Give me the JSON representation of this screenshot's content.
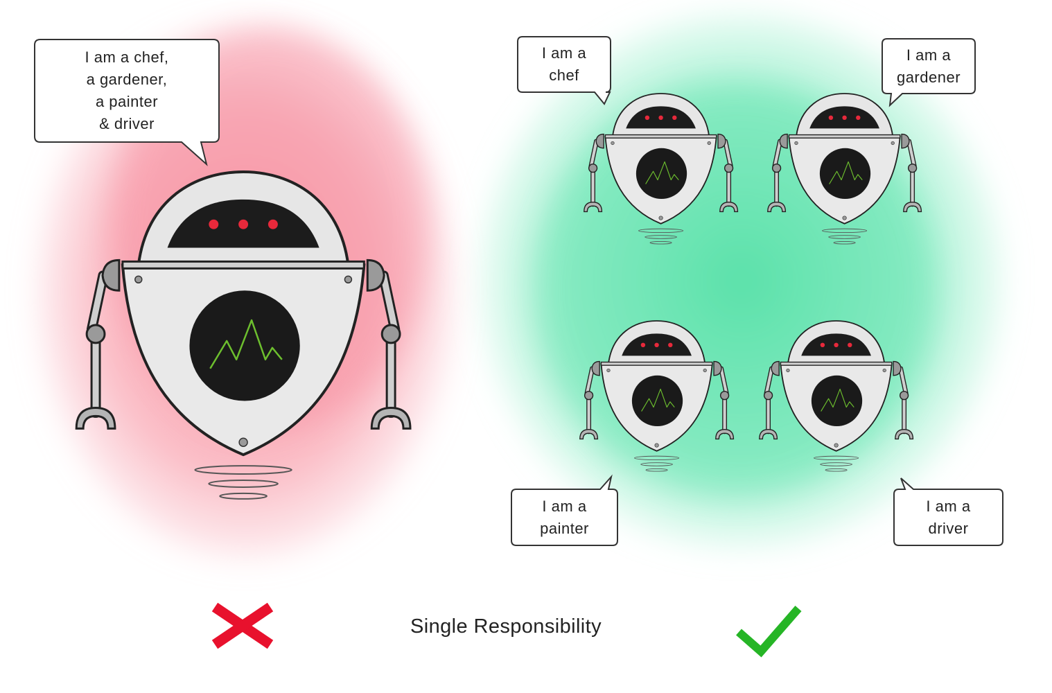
{
  "bad": {
    "speech": [
      "I am a chef,",
      "a gardener,",
      "a painter",
      "& driver"
    ],
    "mark_icon": "cross-icon",
    "wash_color": "#f7909f"
  },
  "good": {
    "robots": [
      {
        "speech": [
          "I am a",
          "chef"
        ]
      },
      {
        "speech": [
          "I am a",
          "gardener"
        ]
      },
      {
        "speech": [
          "I am a",
          "painter"
        ]
      },
      {
        "speech": [
          "I am a",
          "driver"
        ]
      }
    ],
    "mark_icon": "checkmark-icon",
    "wash_color": "#5ee3ac"
  },
  "caption": "Single Responsibility",
  "colors": {
    "cross": "#e8112d",
    "check": "#26b526",
    "robot_eyes": "#e8293b",
    "robot_screen_line": "#6dbf2e"
  }
}
